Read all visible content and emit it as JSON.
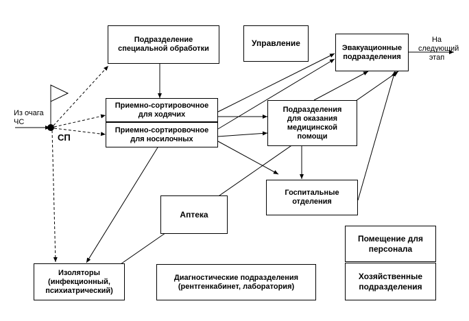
{
  "nodes": {
    "special_processing": "Подразделение\nспециальной обработки",
    "management": "Управление",
    "evacuation": "Эвакуационные\nподразделения",
    "sorting_walking": "Приемно-сортировочное\nдля ходячих",
    "sorting_stretcher": "Приемно-сортировочное\nдля носилочных",
    "medical_care": "Подразделения\nдля оказания\nмедицинской\nпомощи",
    "hospital": "Госпитальные\nотделения",
    "pharmacy": "Аптека",
    "staff_room": "Помещение для\nперсонала",
    "isolators": "Изоляторы\n(инфекционный,\nпсихиатрический)",
    "diagnostic": "Диагностические подразделения\n(рентгенкабинет, лаборатория)",
    "household": "Хозяйственные\nподразделения"
  },
  "labels": {
    "source": "Из очага\nЧС",
    "sorting_post": "СП",
    "next_stage": "На\nследующий\nэтап"
  },
  "colors": {
    "line": "#000000",
    "box_border": "#000000",
    "background": "#ffffff"
  }
}
